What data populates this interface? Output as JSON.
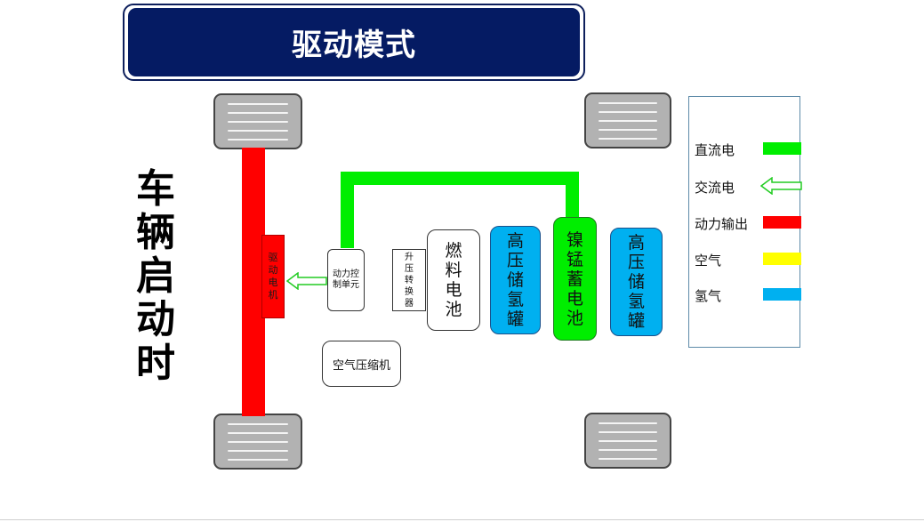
{
  "title": "驱动模式",
  "side_caption": "车辆启动时",
  "components": {
    "motor": "驱动电机",
    "control_unit": "动力控制单元",
    "converter": "升压转换器",
    "fuel_cell": "燃料电池",
    "h2_tank_left": "高压储氢罐",
    "battery": "镍锰蓄电池",
    "h2_tank_right": "高压储氢罐",
    "air_compressor": "空气压缩机"
  },
  "legend": {
    "items": [
      {
        "label": "直流电",
        "style": "solid",
        "color": "#00ee00"
      },
      {
        "label": "交流电",
        "style": "hollow-arrow",
        "color": "#00ee00"
      },
      {
        "label": "动力输出",
        "style": "solid",
        "color": "#ff0000"
      },
      {
        "label": "空气",
        "style": "solid",
        "color": "#ffff00"
      },
      {
        "label": "氢气",
        "style": "solid",
        "color": "#00b0f0"
      }
    ]
  },
  "colors": {
    "title_bg": "#051b63",
    "dc": "#00ee00",
    "power": "#ff0000",
    "air": "#ffff00",
    "hydrogen": "#00b0f0",
    "wheel": "#b2b2b2"
  }
}
